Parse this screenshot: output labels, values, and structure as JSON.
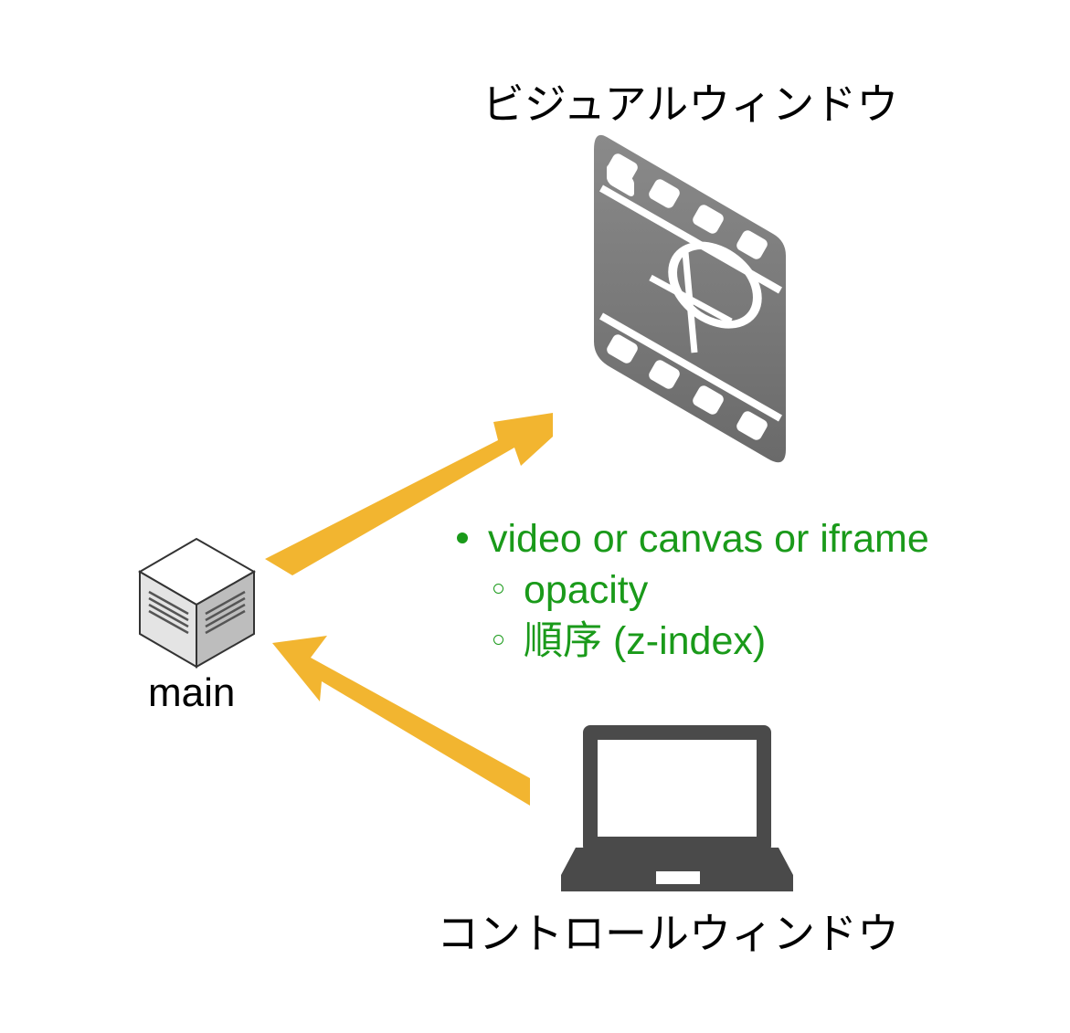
{
  "visual_window": {
    "title": "ビジュアルウィンドウ",
    "icon": "film-strip-icon"
  },
  "control_window": {
    "title": "コントロールウィンドウ",
    "icon": "laptop-icon"
  },
  "main_node": {
    "label": "main",
    "icon": "server-cube-icon"
  },
  "notes": {
    "item": "video or canvas or iframe",
    "subitems": [
      "opacity",
      "順序 (z-index)"
    ]
  },
  "colors": {
    "arrow": "#f2b530",
    "note_text": "#1a9a1a",
    "film_icon": "#7a7a7a",
    "laptop_icon": "#4a4a4a"
  }
}
